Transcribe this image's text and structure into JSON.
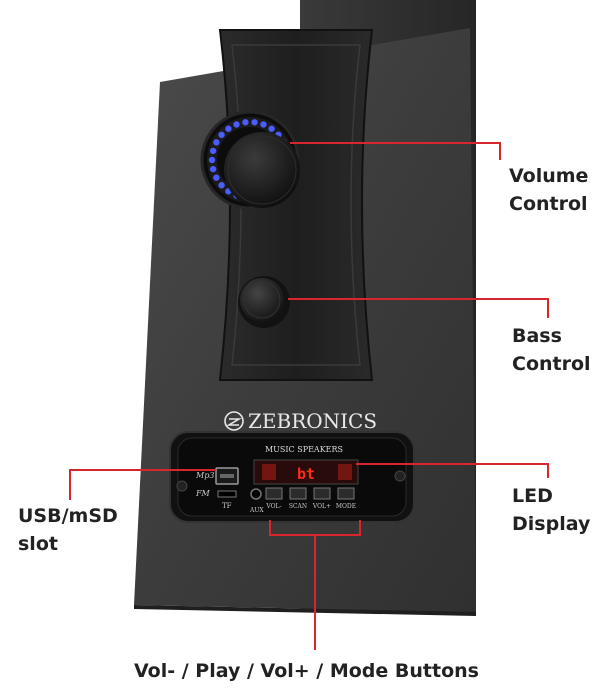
{
  "brand": "ZEBRONICS",
  "panel": {
    "title": "MUSIC SPEAKERS",
    "display_text": "bt",
    "slot_labels": {
      "mp3": "Mp3",
      "fm": "FM",
      "tf": "TF",
      "aux": "AUX"
    },
    "buttons": [
      "VOL-",
      "SCAN",
      "VOL+",
      "MODE"
    ]
  },
  "callouts": {
    "volume": [
      "Volume",
      "Control"
    ],
    "bass": [
      "Bass",
      "Control"
    ],
    "led": [
      "LED",
      "Display"
    ],
    "usb": [
      "USB/mSD",
      "slot"
    ],
    "buttons": "Vol- / Play / Vol+ / Mode Buttons"
  },
  "colors": {
    "callout_line": "#d8262e",
    "led_digits": "#ff2b1a",
    "knob_ring_leds": "#4a5cff"
  }
}
